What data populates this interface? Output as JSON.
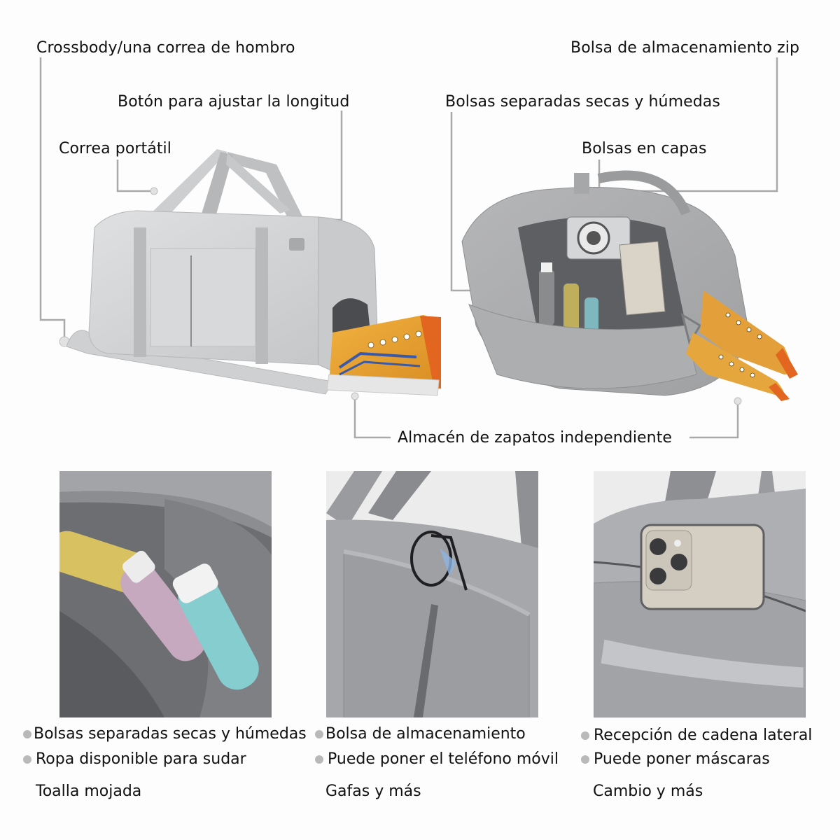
{
  "callouts": {
    "crossbody": "Crossbody/una correa de hombro",
    "adjust_button": "Botón para ajustar la longitud",
    "handle_strap": "Correa portátil",
    "zip_storage": "Bolsa de almacenamiento zip",
    "dry_wet": "Bolsas separadas secas y húmedas",
    "layered": "Bolsas en capas",
    "shoe_storage": "Almacén de zapatos independiente"
  },
  "panels": [
    {
      "image": "bag-interior-toiletry-bottles",
      "bullets": [
        "Bolsas separadas secas y húmedas",
        "Ropa disponible para sudar"
      ],
      "extra": "Toalla mojada"
    },
    {
      "image": "bag-front-pocket-glasses",
      "bullets": [
        "Bolsa de almacenamiento",
        "Puede poner el teléfono móvil"
      ],
      "extra": "Gafas y más"
    },
    {
      "image": "bag-side-zip-pocket-phone",
      "bullets": [
        "Recepción de cadena lateral",
        "Puede poner máscaras"
      ],
      "extra": "Cambio y más"
    }
  ],
  "colors": {
    "bag_grey": "#c9cacc",
    "bag_dark_grey": "#9a9b9d",
    "shoe_orange": "#e8a032",
    "shoe_accent": "#e2661f",
    "callout_line": "#a9a9a9",
    "bullet_dot": "#b9b9b9"
  }
}
